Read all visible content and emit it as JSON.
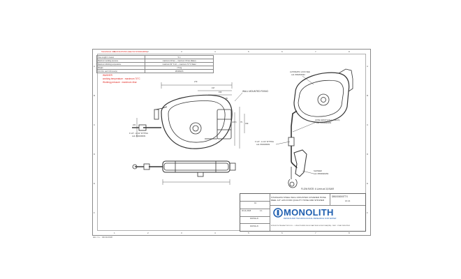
{
  "spec": {
    "title": "TECHNICAL SPECIFICATIONS (SEE ISO STANDARDS):",
    "rows": [
      [
        "Hose length in meters",
        "5 m"
      ],
      [
        "Maximum working pressure",
        "maximum 20 bar — maximum 15 bar (Water)"
      ],
      [
        "Maximum Working temperature",
        "maximum 80 °C Air — maximum 70 °C Water"
      ],
      [
        "Weight",
        "7,5 Kg"
      ],
      [
        "O.D./No. and O.D.Inner(s)",
        "MF/MANIS"
      ]
    ]
  },
  "notes": [
    "WASHER",
    "working temperature : maximum 70°C",
    "Working pressure : maximum 4bar"
  ],
  "labels": {
    "wall_mount": "WALL MOUNTED FIXING",
    "fitting_left_1": "F 1/2\" - H 1/2\" FITTING",
    "fitting_left_2": "cod. 80440R039",
    "automatic_lock": "AUTOMATIC LOCK SEE",
    "automatic_lock_code": "cod. 8062W0034",
    "hose_length": "HOSE LENGTH (5 m - blanch)",
    "hose_code": "cod. 80500WA050",
    "fitting_right_1": "F 1/2\" - H 1/2\" FITTING",
    "fitting_right_2": "cod. 80440R039",
    "shower": "SHOWER",
    "shower_code": "cod. 80500WA054",
    "flow_rate": "FLOW RATE: 6 L/min at 3,5 BAR"
  },
  "dims": {
    "d270": "270",
    "d197": "197",
    "d153": "153",
    "d85": "85",
    "d215": "215,5",
    "d75": "75",
    "d339": "339",
    "d221": "221"
  },
  "title_block": {
    "description": "STAINLESS STEEL WALL MOUNTED COVERED HOSE REEL 1/2\" with FOOD QUALITY HOSE AND SHOWER",
    "code": "DB0000000TTX",
    "date": "20-11-2018",
    "scale": "1:1",
    "revision": "01",
    "sheet": "1/1 A1",
    "drawn": "FACS2+N",
    "checked": "FACS2+N",
    "company": "MONOLITH",
    "tagline": "DESIGN AND TECHNOLOGICAL RESEARCH FOR WATER",
    "address": "MONOLITH ITALIA ACTIVE S.R.L. - LUNGOTEVERE DELLE NAVI 38/40 00196 ROMA (RM) - ITALY - P.IVA 12345678901"
  },
  "footer_left": "dim. f.s. : 04/11/2018",
  "grid": {
    "cols": [
      "1",
      "2",
      "3",
      "4",
      "5",
      "6",
      "7",
      "8"
    ],
    "rows": [
      "A",
      "B",
      "C",
      "D",
      "E",
      "F"
    ]
  },
  "colors": {
    "brand": "#1f5fb0",
    "red": "#e0261f",
    "line": "#333333"
  }
}
